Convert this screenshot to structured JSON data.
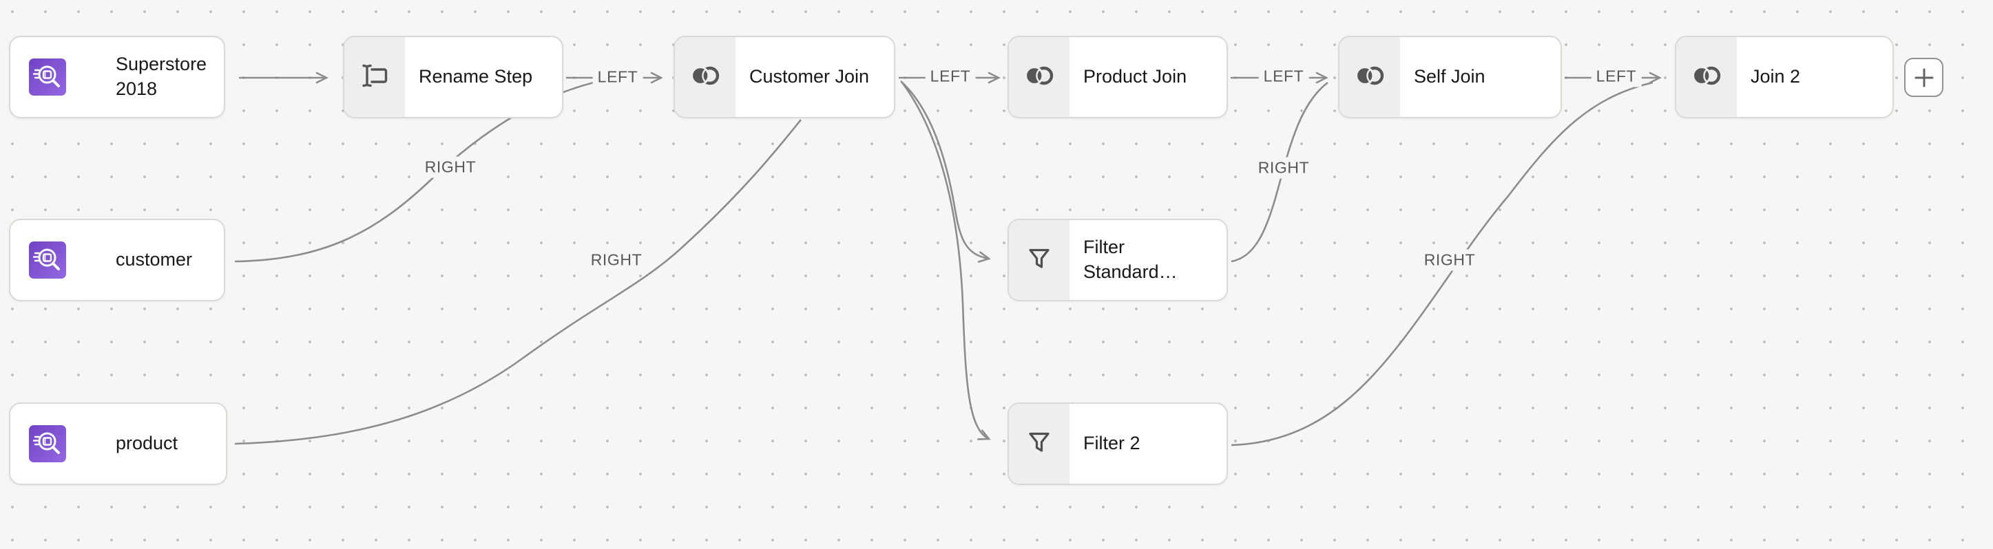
{
  "colors": {
    "canvas_bg": "#f7f6f4",
    "dot": "#bcb9b6",
    "node_bg": "#ffffff",
    "node_border": "#dbd9d6",
    "icon_section_bg": "#efeeec",
    "node_text": "#181818",
    "edge": "#8c8c8c",
    "edge_label": "#585858",
    "dataset_purple_dark": "#6f43c4",
    "dataset_purple_light": "#9468e2"
  },
  "nodes": [
    {
      "id": "superstore-2018",
      "label": "Superstore 2018",
      "kind": "dataset",
      "icon": "dataset-icon"
    },
    {
      "id": "rename-step",
      "label": "Rename Step",
      "kind": "step",
      "icon": "rename-icon"
    },
    {
      "id": "customer-join",
      "label": "Customer Join",
      "kind": "step",
      "icon": "join-icon"
    },
    {
      "id": "product-join",
      "label": "Product Join",
      "kind": "step",
      "icon": "join-icon"
    },
    {
      "id": "self-join",
      "label": "Self Join",
      "kind": "step",
      "icon": "join-icon"
    },
    {
      "id": "join-2",
      "label": "Join 2",
      "kind": "step",
      "icon": "join-icon"
    },
    {
      "id": "customer",
      "label": "customer",
      "kind": "dataset",
      "icon": "dataset-icon"
    },
    {
      "id": "filter-standard",
      "label": "Filter Standard…",
      "kind": "step",
      "icon": "filter-icon"
    },
    {
      "id": "product",
      "label": "product",
      "kind": "dataset",
      "icon": "dataset-icon"
    },
    {
      "id": "filter-2",
      "label": "Filter 2",
      "kind": "step",
      "icon": "filter-icon"
    }
  ],
  "edges": [
    {
      "id": "e1",
      "from": "superstore-2018",
      "to": "rename-step",
      "label": ""
    },
    {
      "id": "e2",
      "from": "rename-step",
      "to": "customer-join",
      "label": "LEFT"
    },
    {
      "id": "e3",
      "from": "customer",
      "to": "customer-join",
      "label": "RIGHT"
    },
    {
      "id": "e4",
      "from": "product",
      "to": "customer-join",
      "label": "RIGHT"
    },
    {
      "id": "e5",
      "from": "customer-join",
      "to": "product-join",
      "label": "LEFT"
    },
    {
      "id": "e6",
      "from": "customer-join",
      "to": "filter-standard",
      "label": ""
    },
    {
      "id": "e7",
      "from": "customer-join",
      "to": "filter-2",
      "label": ""
    },
    {
      "id": "e8",
      "from": "product-join",
      "to": "self-join",
      "label": "LEFT"
    },
    {
      "id": "e9",
      "from": "filter-standard",
      "to": "self-join",
      "label": "RIGHT"
    },
    {
      "id": "e10",
      "from": "self-join",
      "to": "join-2",
      "label": "LEFT"
    },
    {
      "id": "e11",
      "from": "filter-2",
      "to": "join-2",
      "label": "RIGHT"
    }
  ],
  "add_button": {
    "icon": "plus-icon"
  }
}
